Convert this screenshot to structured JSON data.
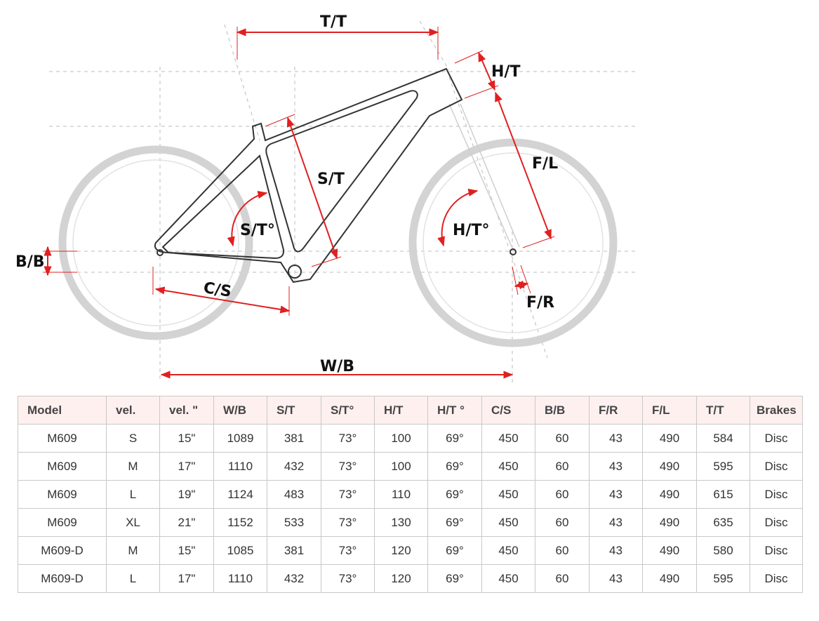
{
  "diagram": {
    "labels": {
      "tt": "T/T",
      "ht": "H/T",
      "st": "S/T",
      "fl": "F/L",
      "st_angle": "S/T°",
      "ht_angle": "H/T°",
      "bb": "B/B",
      "cs": "C/S",
      "fr": "F/R",
      "wb": "W/B"
    },
    "colors": {
      "dimension": "#e02020",
      "frame": "#333333",
      "wheel": "#cccccc",
      "guide": "#bbbbbb"
    }
  },
  "table": {
    "headers": [
      "Model",
      "vel.",
      "vel. \"",
      "W/B",
      "S/T",
      "S/T°",
      "H/T",
      "H/T °",
      "C/S",
      "B/B",
      "F/R",
      "F/L",
      "T/T",
      "Brakes"
    ],
    "rows": [
      [
        "M609",
        "S",
        "15\"",
        "1089",
        "381",
        "73°",
        "100",
        "69°",
        "450",
        "60",
        "43",
        "490",
        "584",
        "Disc"
      ],
      [
        "M609",
        "M",
        "17\"",
        "1110",
        "432",
        "73°",
        "100",
        "69°",
        "450",
        "60",
        "43",
        "490",
        "595",
        "Disc"
      ],
      [
        "M609",
        "L",
        "19\"",
        "1124",
        "483",
        "73°",
        "110",
        "69°",
        "450",
        "60",
        "43",
        "490",
        "615",
        "Disc"
      ],
      [
        "M609",
        "XL",
        "21\"",
        "1152",
        "533",
        "73°",
        "130",
        "69°",
        "450",
        "60",
        "43",
        "490",
        "635",
        "Disc"
      ],
      [
        "M609-D",
        "M",
        "15\"",
        "1085",
        "381",
        "73°",
        "120",
        "69°",
        "450",
        "60",
        "43",
        "490",
        "580",
        "Disc"
      ],
      [
        "M609-D",
        "L",
        "17\"",
        "1110",
        "432",
        "73°",
        "120",
        "69°",
        "450",
        "60",
        "43",
        "490",
        "595",
        "Disc"
      ]
    ]
  }
}
